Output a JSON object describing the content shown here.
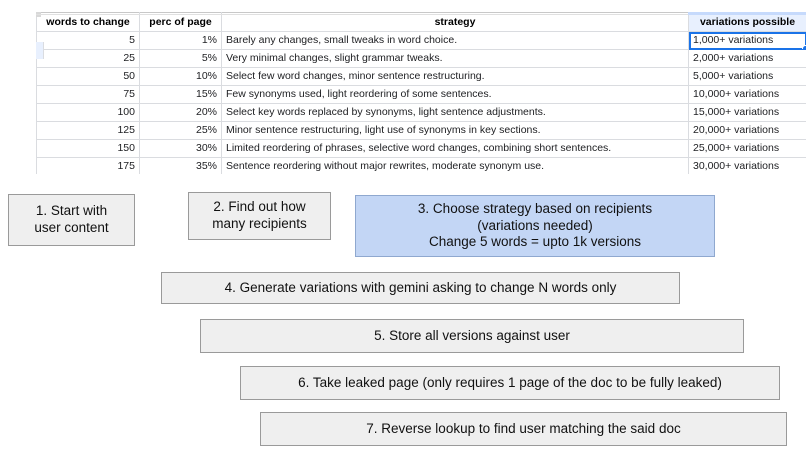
{
  "spreadsheet": {
    "headers": [
      "words to change",
      "perc of page",
      "strategy",
      "variations possible"
    ],
    "highlighted_header_index": 3,
    "selected_cell": {
      "row": 0,
      "col": 3,
      "value": "1,000+ variations"
    },
    "accent_color": "#1a73e8",
    "header_highlight_color": "#e8f0fe",
    "rows": [
      {
        "words_to_change": "5",
        "perc_of_page": "1%",
        "strategy": "Barely any changes, small tweaks in word choice.",
        "variations_possible": "1,000+ variations"
      },
      {
        "words_to_change": "25",
        "perc_of_page": "5%",
        "strategy": "Very minimal changes, slight grammar tweaks.",
        "variations_possible": "2,000+ variations"
      },
      {
        "words_to_change": "50",
        "perc_of_page": "10%",
        "strategy": "Select few word changes, minor sentence restructuring.",
        "variations_possible": "5,000+ variations"
      },
      {
        "words_to_change": "75",
        "perc_of_page": "15%",
        "strategy": "Few synonyms used, light reordering of some sentences.",
        "variations_possible": "10,000+ variations"
      },
      {
        "words_to_change": "100",
        "perc_of_page": "20%",
        "strategy": "Select key words replaced by synonyms, light sentence adjustments.",
        "variations_possible": "15,000+ variations"
      },
      {
        "words_to_change": "125",
        "perc_of_page": "25%",
        "strategy": "Minor sentence restructuring, light use of synonyms in key sections.",
        "variations_possible": "20,000+ variations"
      },
      {
        "words_to_change": "150",
        "perc_of_page": "30%",
        "strategy": "Limited reordering of phrases, selective word changes, combining short sentences.",
        "variations_possible": "25,000+ variations"
      },
      {
        "words_to_change": "175",
        "perc_of_page": "35%",
        "strategy": "Sentence reordering without major rewrites, moderate synonym use.",
        "variations_possible": "30,000+ variations"
      }
    ]
  },
  "flowchart": {
    "steps": [
      {
        "id": "step-1",
        "line1": "1. Start with",
        "line2": "user content",
        "line3": "",
        "style": "gray"
      },
      {
        "id": "step-2",
        "line1": "2. Find out how",
        "line2": "many recipients",
        "line3": "",
        "style": "gray"
      },
      {
        "id": "step-3",
        "line1": "3. Choose strategy based on recipients",
        "line2": "(variations needed)",
        "line3": "Change 5 words = upto 1k versions",
        "style": "blue"
      },
      {
        "id": "step-4",
        "line1": "4. Generate variations with gemini asking to change N words only",
        "line2": "",
        "line3": "",
        "style": "gray"
      },
      {
        "id": "step-5",
        "line1": "5. Store all versions against user",
        "line2": "",
        "line3": "",
        "style": "gray"
      },
      {
        "id": "step-6",
        "line1": "6. Take leaked page (only requires 1 page of the doc to be fully leaked)",
        "line2": "",
        "line3": "",
        "style": "gray"
      },
      {
        "id": "step-7",
        "line1": "7. Reverse lookup to find user matching the said doc",
        "line2": "",
        "line3": "",
        "style": "gray"
      }
    ],
    "box_fill": "#efefef",
    "box_border": "#9a9a9a",
    "highlight_fill": "#c3d6f5"
  }
}
